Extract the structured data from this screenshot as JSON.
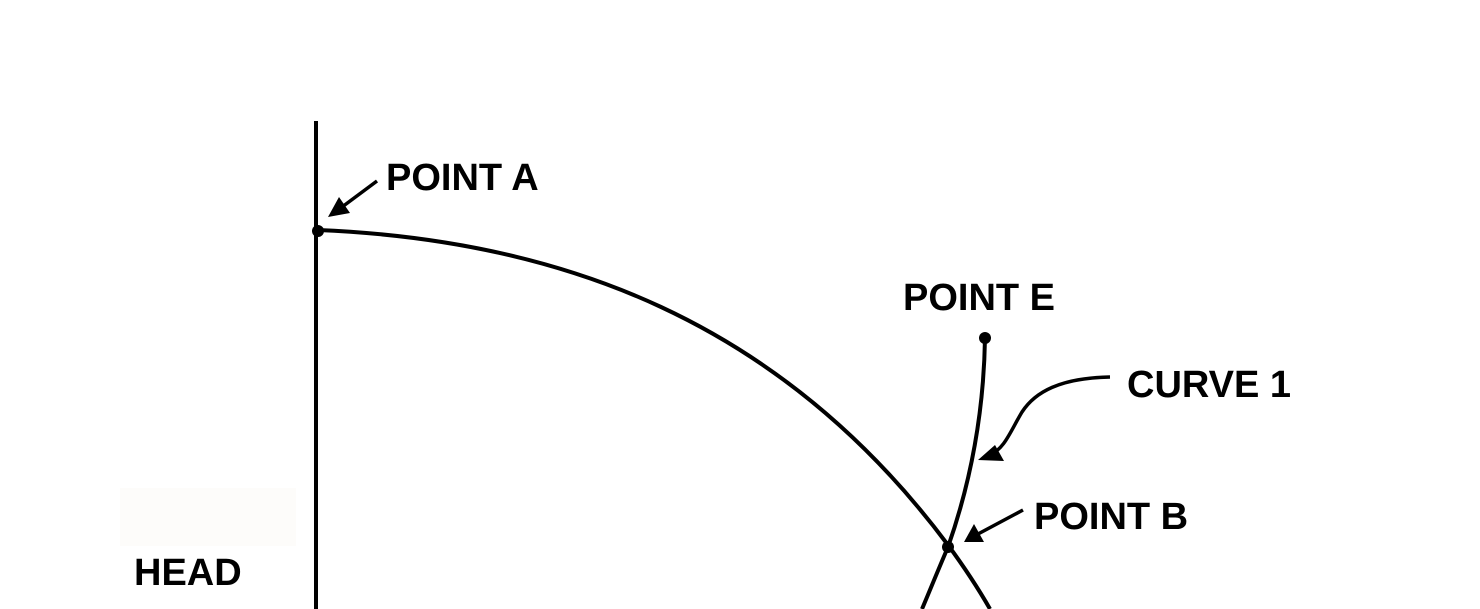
{
  "labels": {
    "point_a": "POINT A",
    "point_e": "POINT E",
    "curve_1": "CURVE 1",
    "point_b": "POINT B",
    "head": "HEAD"
  },
  "colors": {
    "ink": "#000000",
    "background": "#ffffff"
  }
}
